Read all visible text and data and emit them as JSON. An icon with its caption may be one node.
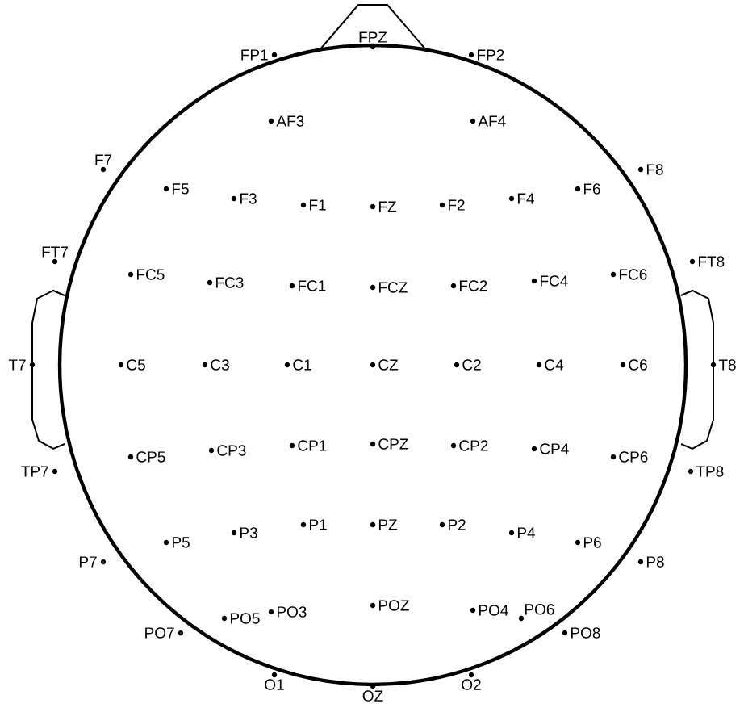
{
  "diagram": {
    "labels": [
      "FPZ",
      "FP1",
      "FP2",
      "AF3",
      "AF4",
      "F7",
      "F5",
      "F3",
      "F1",
      "FZ",
      "F2",
      "F4",
      "F6",
      "F8",
      "FT7",
      "FC5",
      "FC3",
      "FC1",
      "FCZ",
      "FC2",
      "FC4",
      "FC6",
      "FT8",
      "T7",
      "C5",
      "C3",
      "C1",
      "CZ",
      "C2",
      "C4",
      "C6",
      "T8",
      "TP7",
      "CP5",
      "CP3",
      "CP1",
      "CPZ",
      "CP2",
      "CP4",
      "CP6",
      "TP8",
      "P7",
      "P5",
      "P3",
      "P1",
      "PZ",
      "P2",
      "P4",
      "P6",
      "P8",
      "PO7",
      "PO5",
      "PO3",
      "POZ",
      "PO4",
      "PO6",
      "PO8",
      "O1",
      "OZ",
      "O2"
    ]
  }
}
